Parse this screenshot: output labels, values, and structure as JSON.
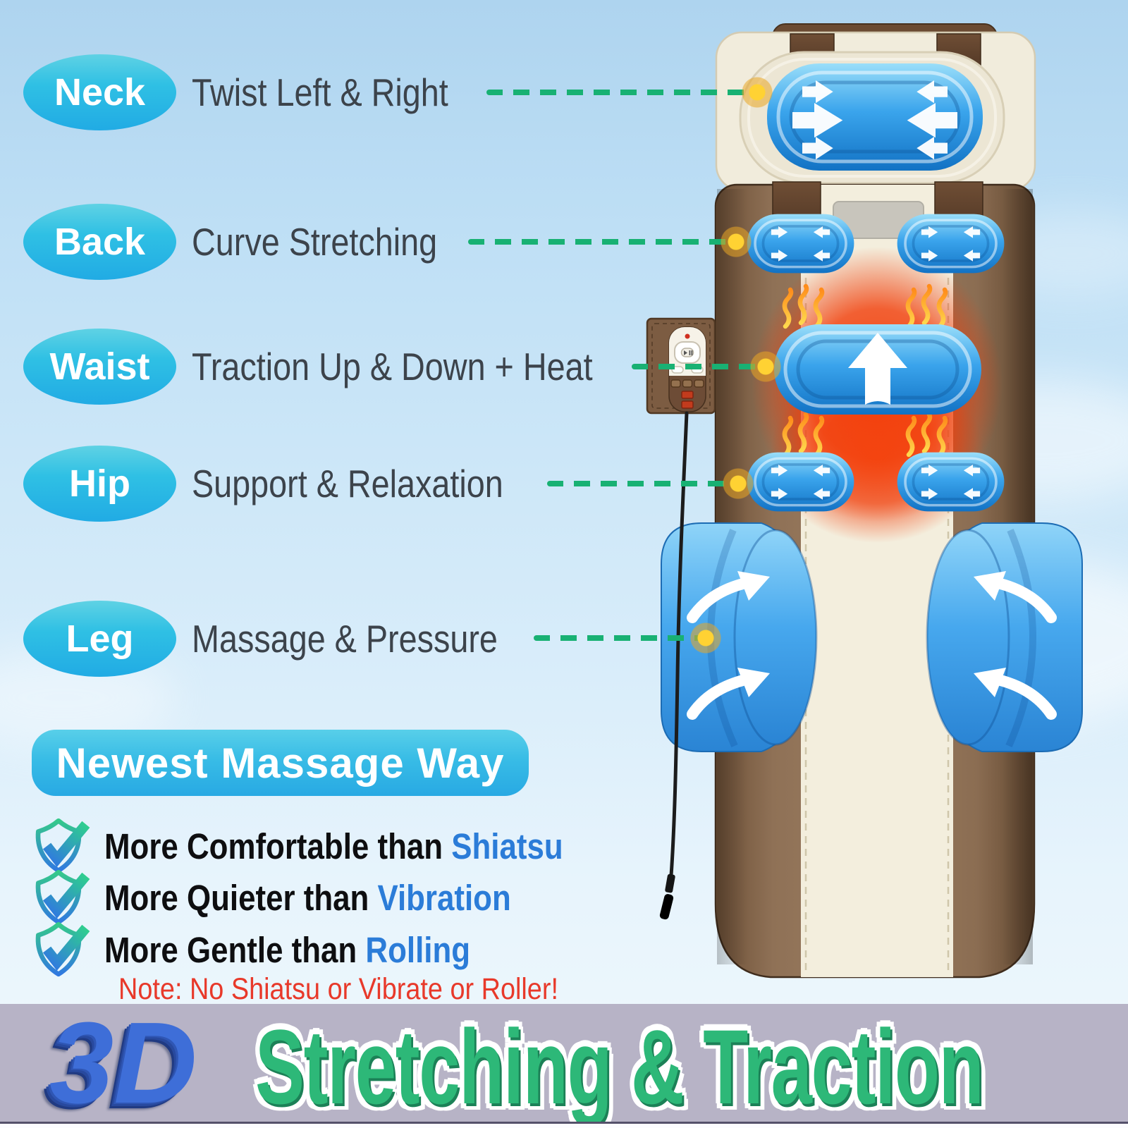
{
  "title": {
    "prefix_3d": "3D",
    "main": "Stretching & Traction"
  },
  "callouts": [
    {
      "zone": "Neck",
      "description": "Twist Left & Right"
    },
    {
      "zone": "Back",
      "description": "Curve Stretching"
    },
    {
      "zone": "Waist",
      "description": "Traction Up & Down + Heat"
    },
    {
      "zone": "Hip",
      "description": "Support & Relaxation"
    },
    {
      "zone": "Leg",
      "description": "Massage & Pressure"
    }
  ],
  "banner": {
    "label": "Newest Massage Way"
  },
  "benefits": [
    {
      "text": "More Comfortable than ",
      "keyword": "Shiatsu"
    },
    {
      "text": "More Quieter than ",
      "keyword": "Vibration"
    },
    {
      "text": "More Gentle than ",
      "keyword": "Rolling"
    }
  ],
  "note": "Note: No Shiatsu or Vibrate or Roller!",
  "icons": {
    "bullet": "shield-check-icon",
    "heat": "flame-icon",
    "airbag_arrows": "arrow-icon",
    "remote_center": "play-pause-icon"
  },
  "colors": {
    "connector_green": "#18b173",
    "zone_badge_cyan": "#2fc0e4",
    "keyword_blue": "#2b7cd8",
    "note_red": "#e8392a",
    "title_green": "#2db878",
    "title_blue": "#3e6ed8",
    "heat_orange": "#f43e08",
    "airbag_blue": "#3aa4ec",
    "mat_brown": "#8f7156",
    "mat_cream": "#f1ecdc",
    "footer_bg": "#b7b3c6"
  }
}
